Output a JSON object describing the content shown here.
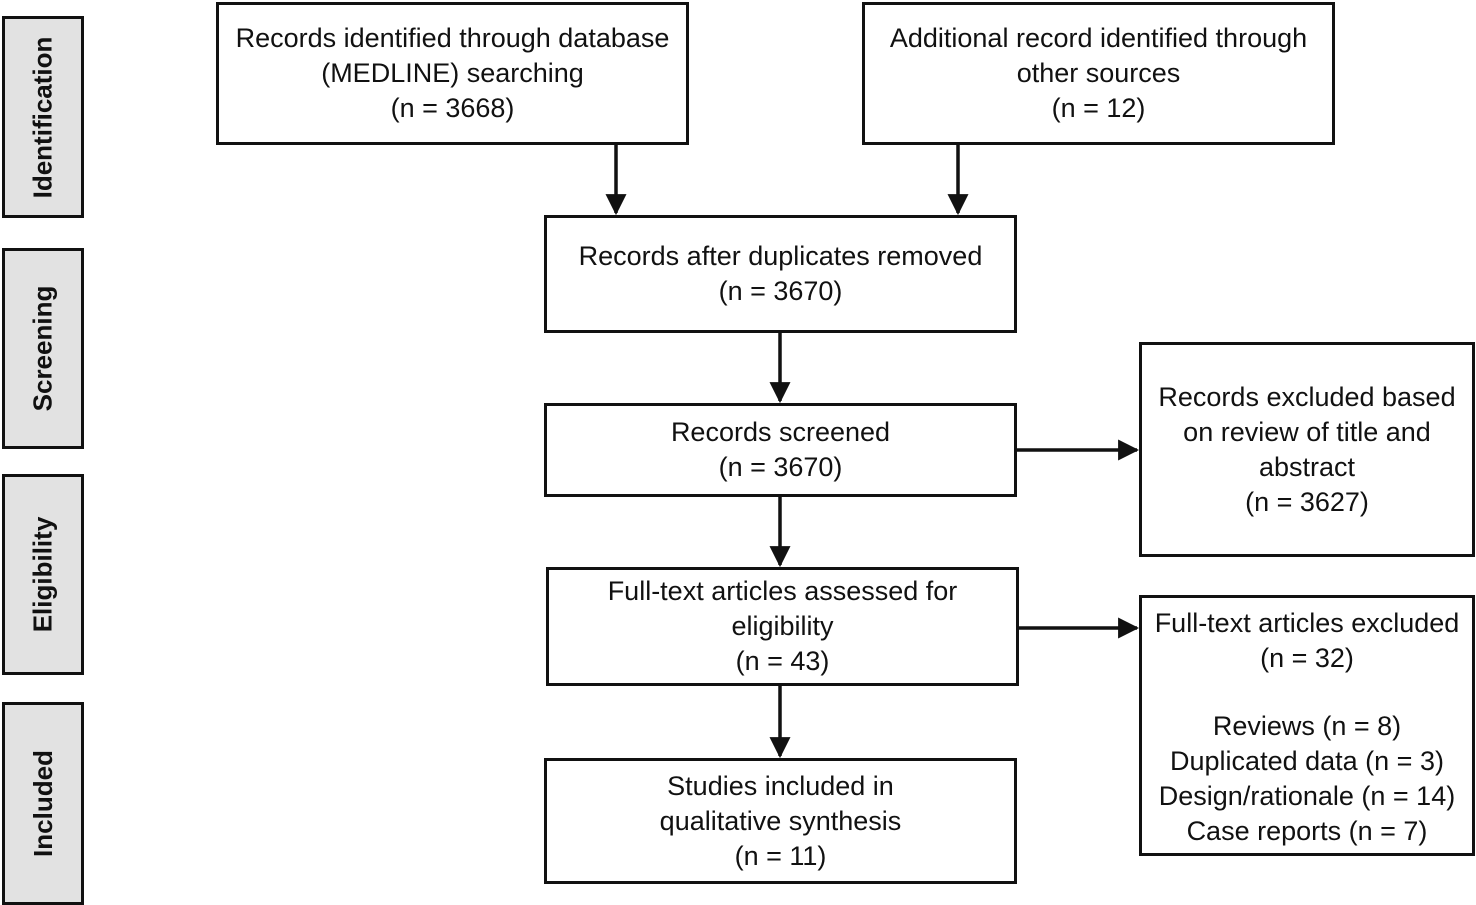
{
  "phases": {
    "identification": "Identification",
    "screening": "Screening",
    "eligibility": "Eligibility",
    "included": "Included"
  },
  "boxes": {
    "database": {
      "lines": [
        "Records identified through database",
        "(MEDLINE) searching",
        "(n = 3668)"
      ],
      "count": 3668
    },
    "other_sources": {
      "lines": [
        "Additional record identified through",
        "other sources",
        "(n = 12)"
      ],
      "count": 12
    },
    "after_duplicates": {
      "lines": [
        "Records after duplicates removed",
        "(n = 3670)"
      ],
      "count": 3670
    },
    "screened": {
      "lines": [
        "Records screened",
        "(n = 3670)"
      ],
      "count": 3670
    },
    "excluded_title_abstract": {
      "lines": [
        "Records excluded based",
        "on review of title and",
        "abstract",
        "(n = 3627)"
      ],
      "count": 3627
    },
    "full_text_assessed": {
      "lines": [
        "Full-text articles assessed for",
        "eligibility",
        "(n = 43)"
      ],
      "count": 43
    },
    "full_text_excluded": {
      "lines": [
        "Full-text articles excluded",
        "(n = 32)"
      ],
      "count": 32,
      "reasons": [
        "Reviews (n = 8)",
        "Duplicated data (n = 3)",
        "Design/rationale (n = 14)",
        "Case reports (n = 7)"
      ]
    },
    "included": {
      "lines": [
        "Studies included in",
        "qualitative synthesis",
        "(n = 11)"
      ],
      "count": 11
    }
  }
}
